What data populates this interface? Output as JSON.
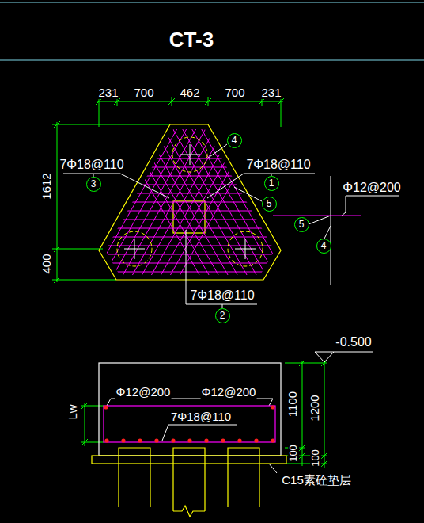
{
  "diagram": {
    "title": "CT-3",
    "nodes": [
      {
        "text": [
          "3"
        ]
      },
      {
        "text": [
          "1"
        ]
      },
      {
        "text": [
          "4"
        ]
      },
      {
        "text": [
          "5"
        ]
      },
      {
        "text": [
          "2"
        ]
      },
      {
        "text": [
          "5"
        ]
      },
      {
        "text": [
          "4"
        ]
      }
    ],
    "labels": [
      "231",
      "700",
      "462",
      "700",
      "231",
      "1612",
      "400",
      "7Φ18@110",
      "7Φ18@110",
      "Φ12@200",
      "7Φ18@110",
      "-0.500",
      "1100",
      "1200",
      "Φ12@200",
      "Φ12@200",
      "7Φ18@110",
      "Lw",
      "100",
      "100",
      "C15素砼垫层"
    ]
  }
}
